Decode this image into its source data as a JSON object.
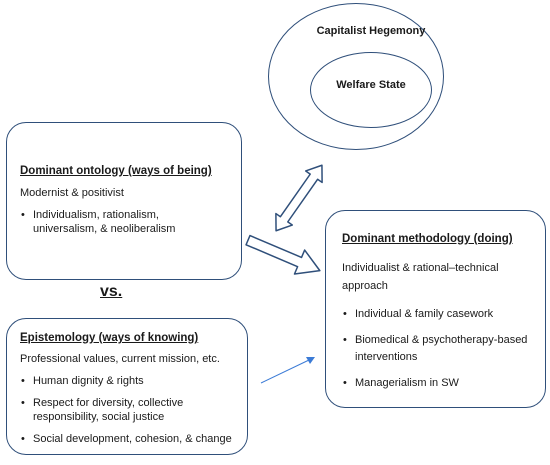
{
  "capitalist": {
    "label": "Capitalist Hegemony"
  },
  "welfare": {
    "label": "Welfare State"
  },
  "ontology": {
    "title": "Dominant ontology (ways of being)",
    "subtitle": "Modernist & positivist",
    "items": [
      "Individualism, rationalism, universalism, & neoliberalism"
    ]
  },
  "vs_label": "vs.",
  "epistemology": {
    "title": "Epistemology (ways of knowing)",
    "subtitle": "Professional values, current mission, etc.",
    "items": [
      "Human dignity & rights",
      "Respect for diversity, collective responsibility, social justice",
      "Social development, cohesion, & change"
    ]
  },
  "methodology": {
    "title": "Dominant methodology (doing)",
    "subtitle": "Individualist & rational–technical approach",
    "items": [
      "Individual & family casework",
      "Biomedical & psychotherapy-based interventions",
      "Managerialism in SW"
    ]
  },
  "colors": {
    "border": "#2f4f7a",
    "thin_arrow": "#3b7bd6"
  }
}
